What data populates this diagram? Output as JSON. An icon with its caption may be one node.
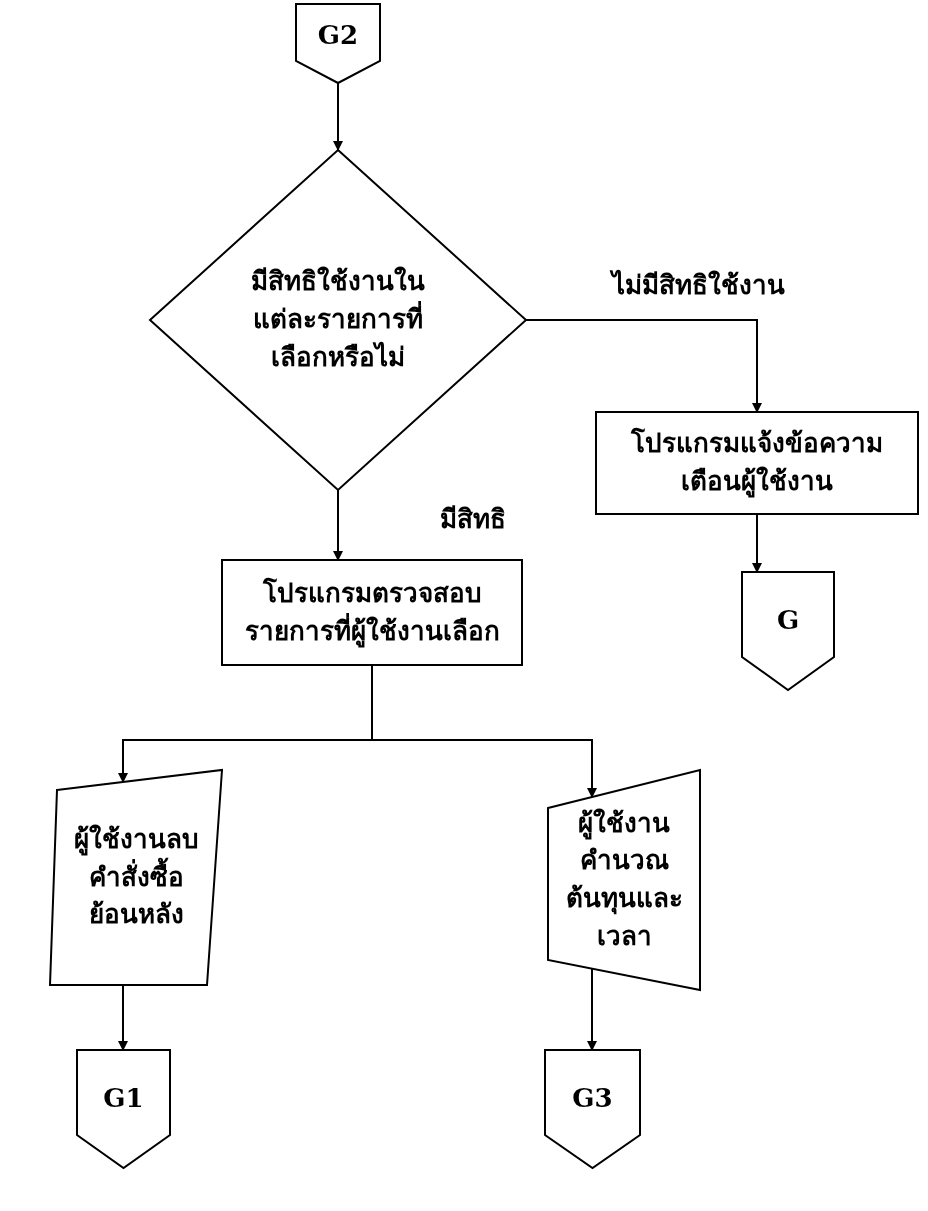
{
  "diagram": {
    "nodes": [
      {
        "text": [
          "G2"
        ]
      },
      {
        "text": [
          "มีสิทธิใช้งานในแต่ละรายการที่เลือกหรือไม่"
        ]
      },
      {
        "text": [
          "โปรแกรมแจ้งข้อความเตือนผู้ใช้งาน"
        ]
      },
      {
        "text": [
          "G"
        ]
      },
      {
        "text": [
          "โปรแกรมตรวจสอบรายการที่ผู้ใช้งานเลือก"
        ]
      },
      {
        "text": [
          "ผู้ใช้งานลบคำสั่งซื้อย้อนหลัง"
        ]
      },
      {
        "text": [
          "ผู้ใช้งานคำนวณต้นทุนและเวลา"
        ]
      },
      {
        "text": [
          "G1"
        ]
      },
      {
        "text": [
          "G3"
        ]
      }
    ],
    "edges": [
      {
        "from": 0,
        "to": 1,
        "arrow": "to"
      },
      {
        "from": 1,
        "to": 2,
        "arrow": "to",
        "label": "ไม่มีสิทธิใช้งาน"
      },
      {
        "from": 1,
        "to": 4,
        "arrow": "to",
        "label": "มีสิทธิ"
      },
      {
        "from": 2,
        "to": 3,
        "arrow": "to"
      },
      {
        "from": 4,
        "to": 5,
        "arrow": "to"
      },
      {
        "from": 4,
        "to": 6,
        "arrow": "to"
      },
      {
        "from": 5,
        "to": 7,
        "arrow": "to"
      },
      {
        "from": 6,
        "to": 8,
        "arrow": "to"
      }
    ]
  }
}
